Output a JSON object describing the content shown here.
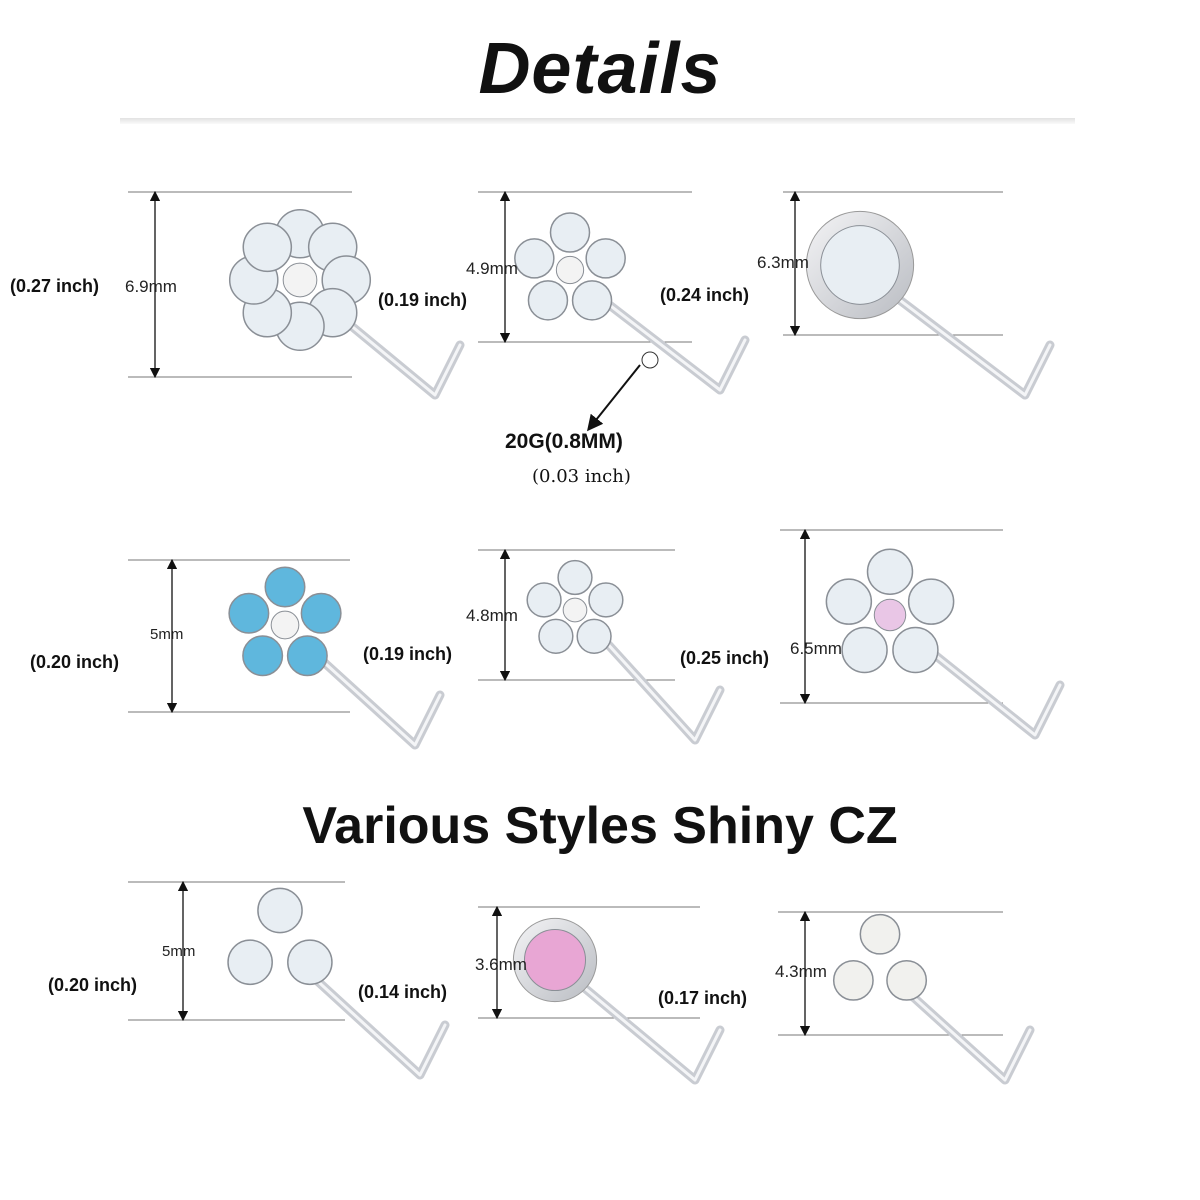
{
  "header": {
    "title": "Details"
  },
  "subtitle": "Various Styles Shiny CZ",
  "gauge": {
    "label": "20G(0.8MM)",
    "inch": "(0.03 inch)"
  },
  "items": [
    {
      "style": "flower",
      "mm": "6.9mm",
      "inch": "(0.27 inch)",
      "stone": "#e8eef3"
    },
    {
      "style": "butterfly",
      "mm": "4.9mm",
      "inch": "(0.19 inch)",
      "stone": "#e8eef3"
    },
    {
      "style": "round-halo",
      "mm": "6.3mm",
      "inch": "(0.24 inch)",
      "stone": "#e8eef3"
    },
    {
      "style": "blue-flower",
      "mm": "5mm",
      "inch": "(0.20 inch)",
      "stone": "#5fb7dd"
    },
    {
      "style": "heart",
      "mm": "4.8mm",
      "inch": "(0.19 inch)",
      "stone": "#e8eef3"
    },
    {
      "style": "opal-flower",
      "mm": "6.5mm",
      "inch": "(0.25 inch)",
      "stone": "#e8eef3"
    },
    {
      "style": "trio-cluster",
      "mm": "5mm",
      "inch": "(0.20 inch)",
      "stone": "#e8eef3"
    },
    {
      "style": "pink-teardrop",
      "mm": "3.6mm",
      "inch": "(0.14 inch)",
      "stone": "#e8a6d4"
    },
    {
      "style": "opal-trio",
      "mm": "4.3mm",
      "inch": "(0.17 inch)",
      "stone": "#f1f1ee"
    }
  ]
}
